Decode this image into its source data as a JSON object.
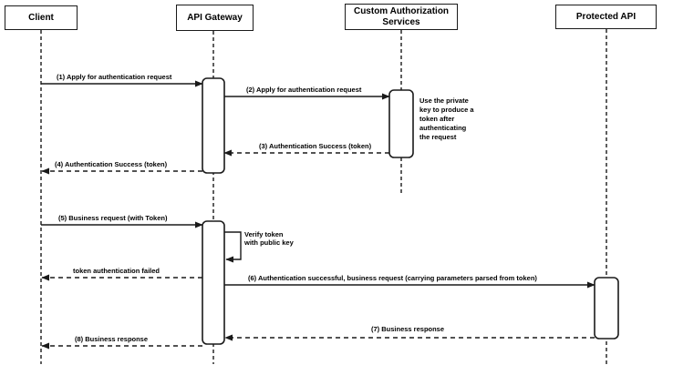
{
  "participants": [
    {
      "label": "Client"
    },
    {
      "label": "API Gateway"
    },
    {
      "label": "Custom Authorization Services"
    },
    {
      "label": "Protected API"
    }
  ],
  "messages": [
    {
      "label": "(1) Apply for authentication request",
      "from": "Client",
      "to": "API Gateway",
      "line": "solid"
    },
    {
      "label": "(2) Apply for authentication request",
      "from": "API Gateway",
      "to": "Custom Authorization Services",
      "line": "solid"
    },
    {
      "label": "(3) Authentication Success (token)",
      "from": "Custom Authorization Services",
      "to": "API Gateway",
      "line": "dashed"
    },
    {
      "label": "(4) Authentication Success (token)",
      "from": "API Gateway",
      "to": "Client",
      "line": "dashed"
    },
    {
      "label": "(5) Business request (with Token)",
      "from": "Client",
      "to": "API Gateway",
      "line": "solid"
    },
    {
      "label": "Verify token\nwith public key",
      "from": "API Gateway",
      "to": "API Gateway",
      "line": "self"
    },
    {
      "label": "token authentication failed",
      "from": "API Gateway",
      "to": "Client",
      "line": "dashed"
    },
    {
      "label": "(6) Authentication successful, business request (carrying parameters parsed from token)",
      "from": "API Gateway",
      "to": "Protected API",
      "line": "solid"
    },
    {
      "label": "(7) Business response",
      "from": "Protected API",
      "to": "API Gateway",
      "line": "dashed"
    },
    {
      "label": "(8) Business response",
      "from": "API Gateway",
      "to": "Client",
      "line": "dashed"
    }
  ],
  "notes": [
    {
      "label": "Use the private\nkey to produce a\ntoken after\nauthenticating\nthe request",
      "attached_to": "Custom Authorization Services"
    }
  ],
  "colors": {
    "stroke": "#1a1a1a",
    "text": "#000000",
    "background": "#ffffff",
    "activation_fill": "#ffffff"
  }
}
